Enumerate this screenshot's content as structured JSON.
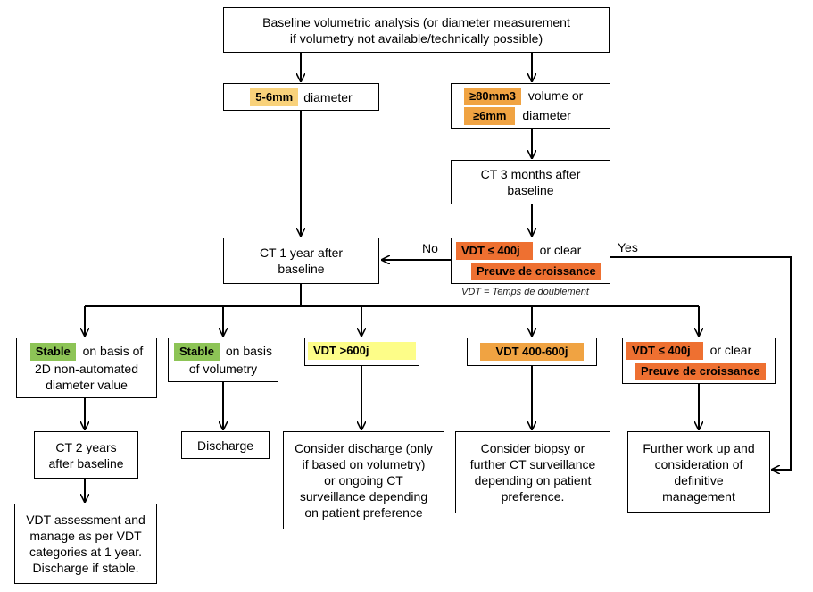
{
  "colors": {
    "light_orange": "#f9d27b",
    "orange": "#f0a342",
    "dark_orange": "#ee7031",
    "green": "#8dc456",
    "yellow": "#fdfd88",
    "stroke": "#000000"
  },
  "nodes": {
    "baseline": {
      "line1": "Baseline volumetric analysis (or diameter measurement",
      "line2": "if volumetry not available/technically possible)"
    },
    "small": {
      "tag": "5-6mm",
      "text": "diameter"
    },
    "large": {
      "tag1": "≥80mm3",
      "text1": "volume or",
      "tag2": "≥6mm",
      "text2": "diameter"
    },
    "ct3": {
      "line1": "CT 3 months after",
      "line2": "baseline"
    },
    "vdt_decision": {
      "tag1": "VDT ≤ 400j",
      "text1": "or clear",
      "tag2": "Preuve de croissance"
    },
    "ct1": {
      "line1": "CT 1 year after",
      "line2": "baseline"
    },
    "stable2d": {
      "tag": "Stable",
      "text1": "on basis of",
      "line2": "2D non-automated",
      "line3": "diameter value"
    },
    "stablevol": {
      "tag": "Stable",
      "text1": "on basis",
      "line2": "of volumetry"
    },
    "vdt600": {
      "tag": "VDT >600j"
    },
    "vdt400_600": {
      "tag": "VDT 400-600j"
    },
    "vdt400": {
      "tag1": "VDT ≤ 400j",
      "text1": "or clear",
      "tag2": "Preuve de croissance"
    },
    "ct2": {
      "line1": "CT 2 years",
      "line2": "after baseline"
    },
    "discharge": {
      "text": "Discharge"
    },
    "consider_discharge": {
      "line1": "Consider discharge (only",
      "line2": "if based on volumetry)",
      "line3": "or ongoing CT",
      "line4": "surveillance depending",
      "line5": "on patient preference"
    },
    "consider_biopsy": {
      "line1": "Consider biopsy or",
      "line2": "further CT surveillance",
      "line3": "depending on patient",
      "line4": "preference."
    },
    "further_workup": {
      "line1": "Further work up and",
      "line2": "consideration of",
      "line3": "definitive",
      "line4": "management"
    },
    "vdt_assessment": {
      "line1": "VDT assessment and",
      "line2": "manage as per VDT",
      "line3": "categories at 1 year.",
      "line4": "Discharge if stable."
    }
  },
  "edge_labels": {
    "no": "No",
    "yes": "Yes"
  },
  "note": "VDT = Temps de doublement"
}
